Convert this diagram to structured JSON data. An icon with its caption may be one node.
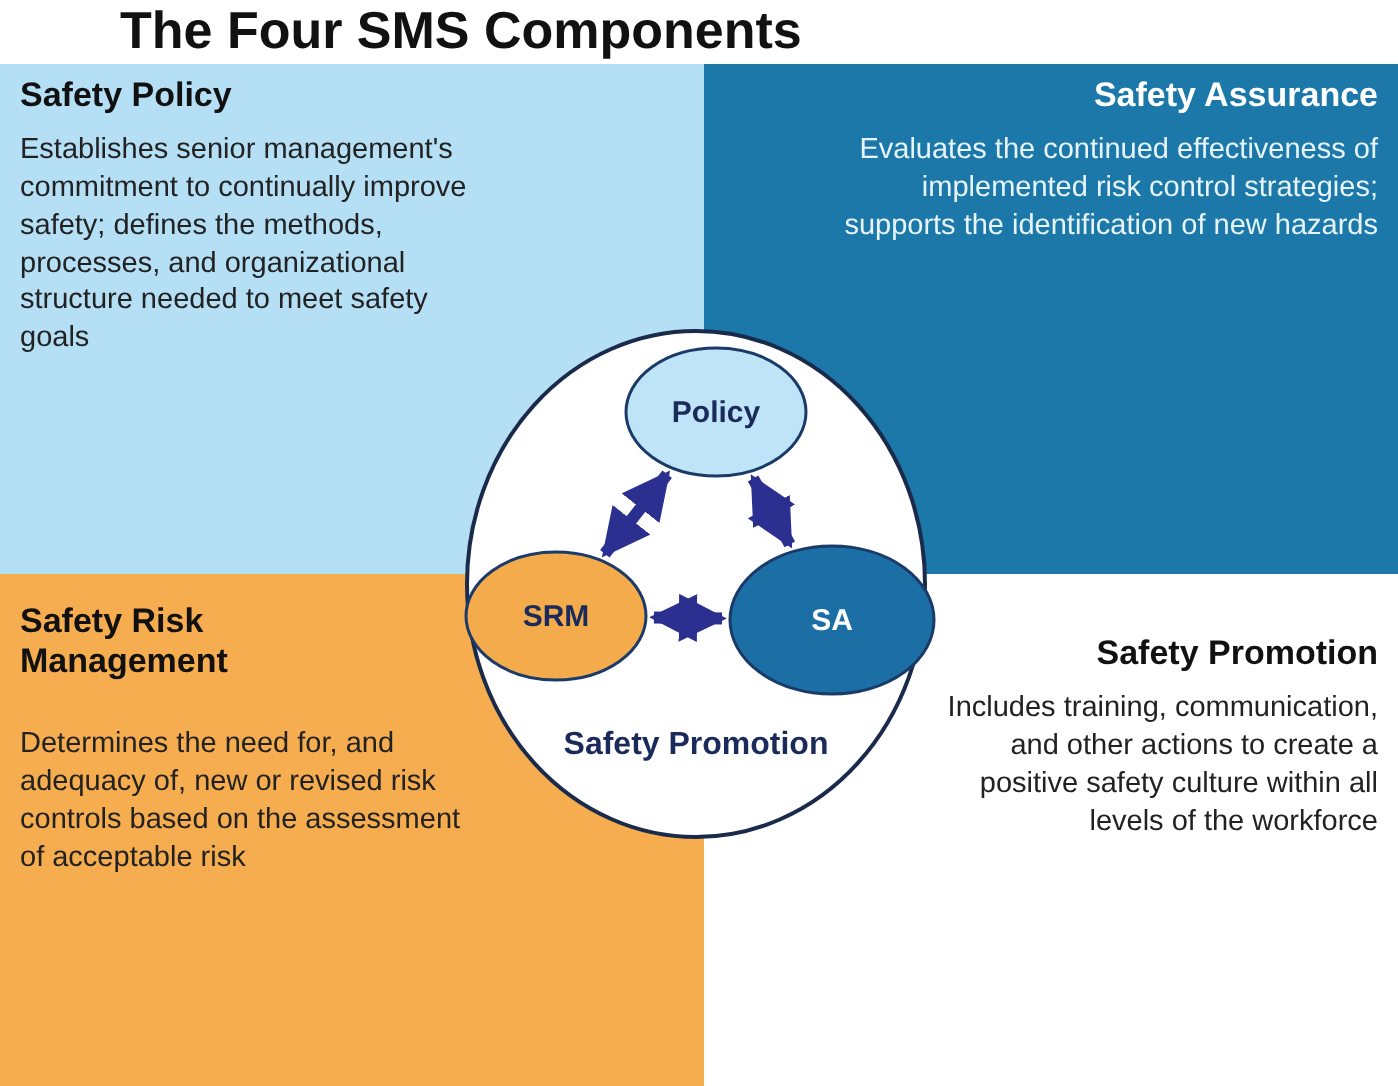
{
  "diagram": {
    "title": "The Four SMS Components",
    "nodes": [
      {
        "text": [
          "Safety Policy",
          "Establishes senior management's commitment to continually improve safety; defines the methods, processes, and organizational structure needed to meet safety goals"
        ]
      },
      {
        "text": [
          "Safety Assurance",
          "Evaluates the continued effectiveness of implemented risk control strategies; supports the identification of new hazards"
        ]
      },
      {
        "text": [
          "Safety Risk Management",
          "Determines the need for, and adequacy of, new or revised risk controls  based on the assessment of acceptable risk"
        ]
      },
      {
        "text": [
          "Safety Promotion",
          "Includes training, communication, and other actions to create a positive safety culture within all levels of the workforce"
        ]
      },
      {
        "text": [
          "Safety Promotion"
        ]
      },
      {
        "text": [
          "Policy"
        ],
        "in": 4
      },
      {
        "text": [
          "SRM"
        ],
        "in": 4
      },
      {
        "text": [
          "SA"
        ],
        "in": 4
      }
    ],
    "edges": [
      {
        "from": 5,
        "to": 6,
        "arrow": "both"
      },
      {
        "from": 5,
        "to": 7,
        "arrow": "both"
      },
      {
        "from": 6,
        "to": 7,
        "arrow": "both"
      }
    ]
  }
}
